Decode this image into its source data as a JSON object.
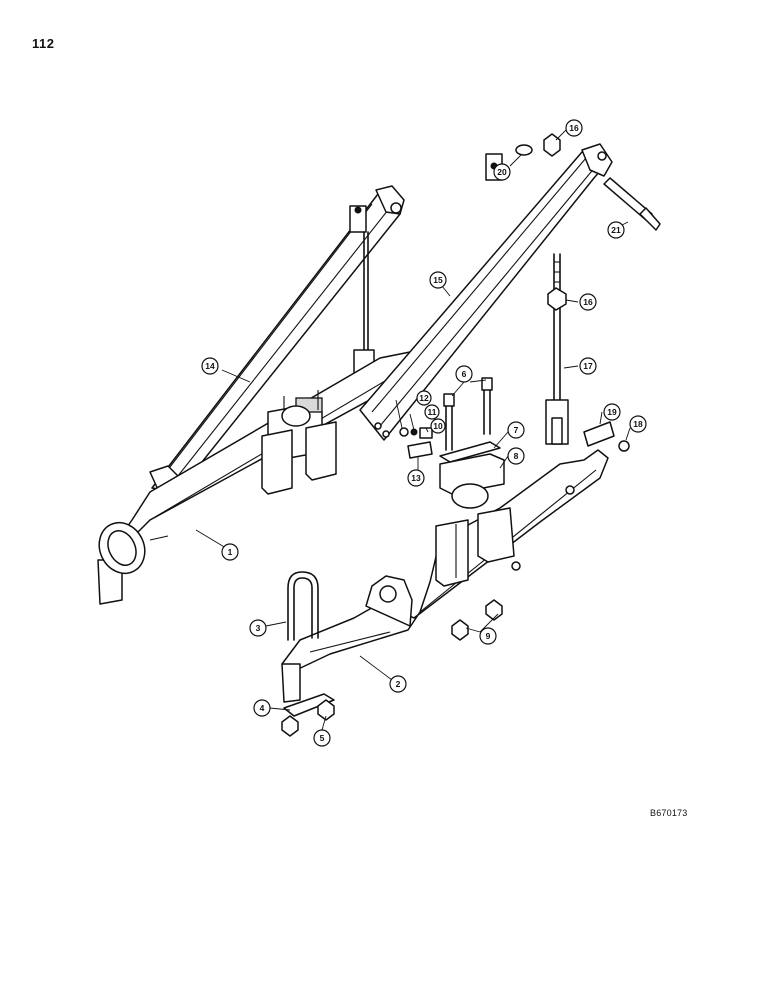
{
  "page_number": "112",
  "figure_code": "B670173",
  "callouts": [
    {
      "id": "c1",
      "label": "1"
    },
    {
      "id": "c2",
      "label": "2"
    },
    {
      "id": "c3",
      "label": "3"
    },
    {
      "id": "c4",
      "label": "4"
    },
    {
      "id": "c5",
      "label": "5"
    },
    {
      "id": "c6",
      "label": "6"
    },
    {
      "id": "c7",
      "label": "7"
    },
    {
      "id": "c8",
      "label": "8"
    },
    {
      "id": "c9",
      "label": "9"
    },
    {
      "id": "c10",
      "label": "10"
    },
    {
      "id": "c11",
      "label": "11"
    },
    {
      "id": "c12",
      "label": "12"
    },
    {
      "id": "c13",
      "label": "13"
    },
    {
      "id": "c14",
      "label": "14"
    },
    {
      "id": "c15",
      "label": "15"
    },
    {
      "id": "c16a",
      "label": "16"
    },
    {
      "id": "c16b",
      "label": "16"
    },
    {
      "id": "c17",
      "label": "17"
    },
    {
      "id": "c18",
      "label": "18"
    },
    {
      "id": "c19",
      "label": "19"
    },
    {
      "id": "c20",
      "label": "20"
    },
    {
      "id": "c21",
      "label": "21"
    }
  ]
}
